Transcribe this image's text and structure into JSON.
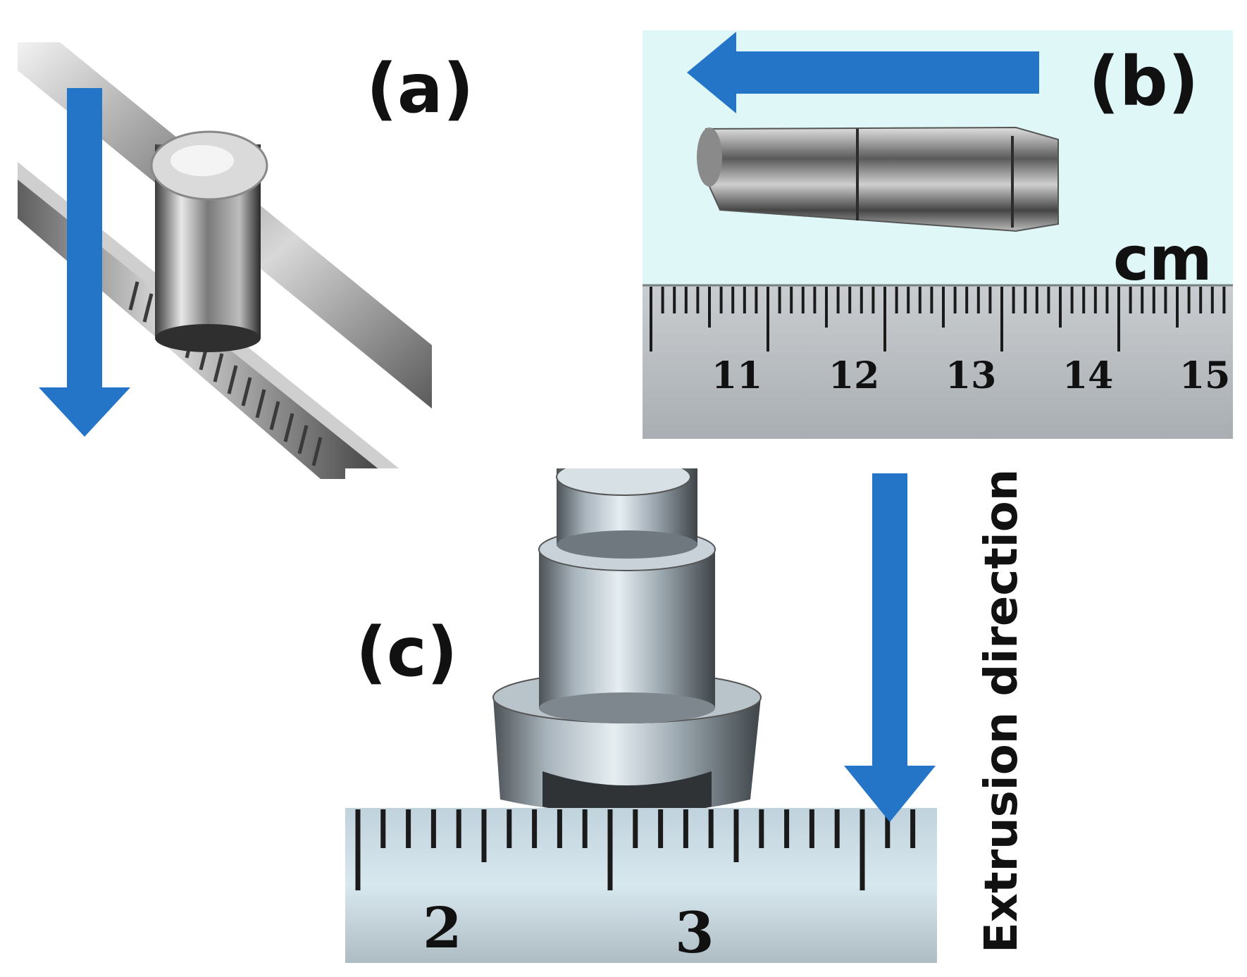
{
  "panels": {
    "a": {
      "label": "(a)"
    },
    "b": {
      "label": "(b)",
      "unit": "cm",
      "ruler_numbers": [
        "11",
        "12",
        "13",
        "14",
        "15"
      ]
    },
    "c": {
      "label": "(c)",
      "ruler_numbers": [
        "2",
        "3"
      ]
    }
  },
  "annotation": {
    "extrusion_label": "Extrusion direction"
  },
  "colors": {
    "arrow": "#2474c8",
    "panel_b_bg": "#e0f7f8",
    "ruler": "#b6bcc0"
  },
  "icons": [
    "arrow-down-icon",
    "arrow-left-icon"
  ]
}
